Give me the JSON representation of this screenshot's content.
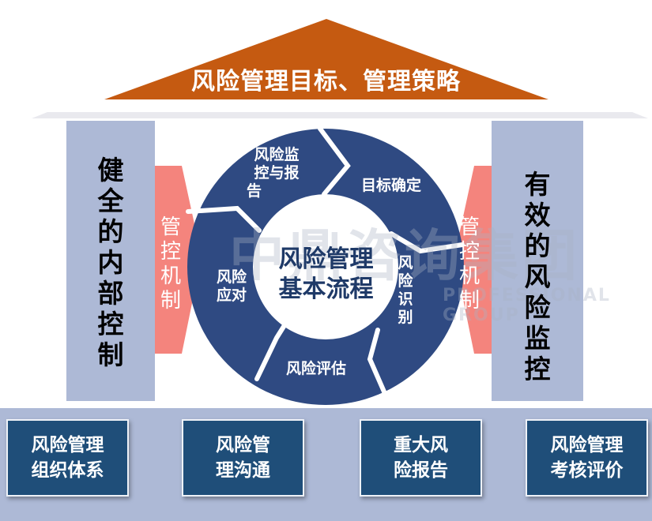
{
  "roof": {
    "title": "风险管理目标、管理策略"
  },
  "left_pillar": {
    "label": "健全的内部控制",
    "control_label": "管控机制"
  },
  "right_pillar": {
    "label": "有效的风险监控",
    "control_label": "管控机制"
  },
  "cycle": {
    "center_line1": "风险管理",
    "center_line2": "基本流程",
    "segments": {
      "monitor": [
        "风险监",
        "控与报",
        "告"
      ],
      "goal": [
        "目标确定"
      ],
      "identify": [
        "风",
        "险",
        "识",
        "别"
      ],
      "assess": [
        "风险评估"
      ],
      "respond": [
        "风险",
        "应对"
      ]
    }
  },
  "foundation": {
    "boxes": [
      {
        "line1": "风险管理",
        "line2": "组织体系"
      },
      {
        "line1": "风险管",
        "line2": "理沟通"
      },
      {
        "line1": "重大风",
        "line2": "险报告"
      },
      {
        "line1": "风险管理",
        "line2": "考核评价"
      }
    ]
  },
  "watermark": {
    "chinese": "中鼎咨询集团",
    "english": "PROFESSIONAL GROUP"
  },
  "colors": {
    "roof": "#c55a11",
    "pillar": "#adb9d6",
    "control_arrow": "#f4847d",
    "cycle": "#2f4a82",
    "foundation": "#adb9d6",
    "box": "#1f4e79"
  }
}
